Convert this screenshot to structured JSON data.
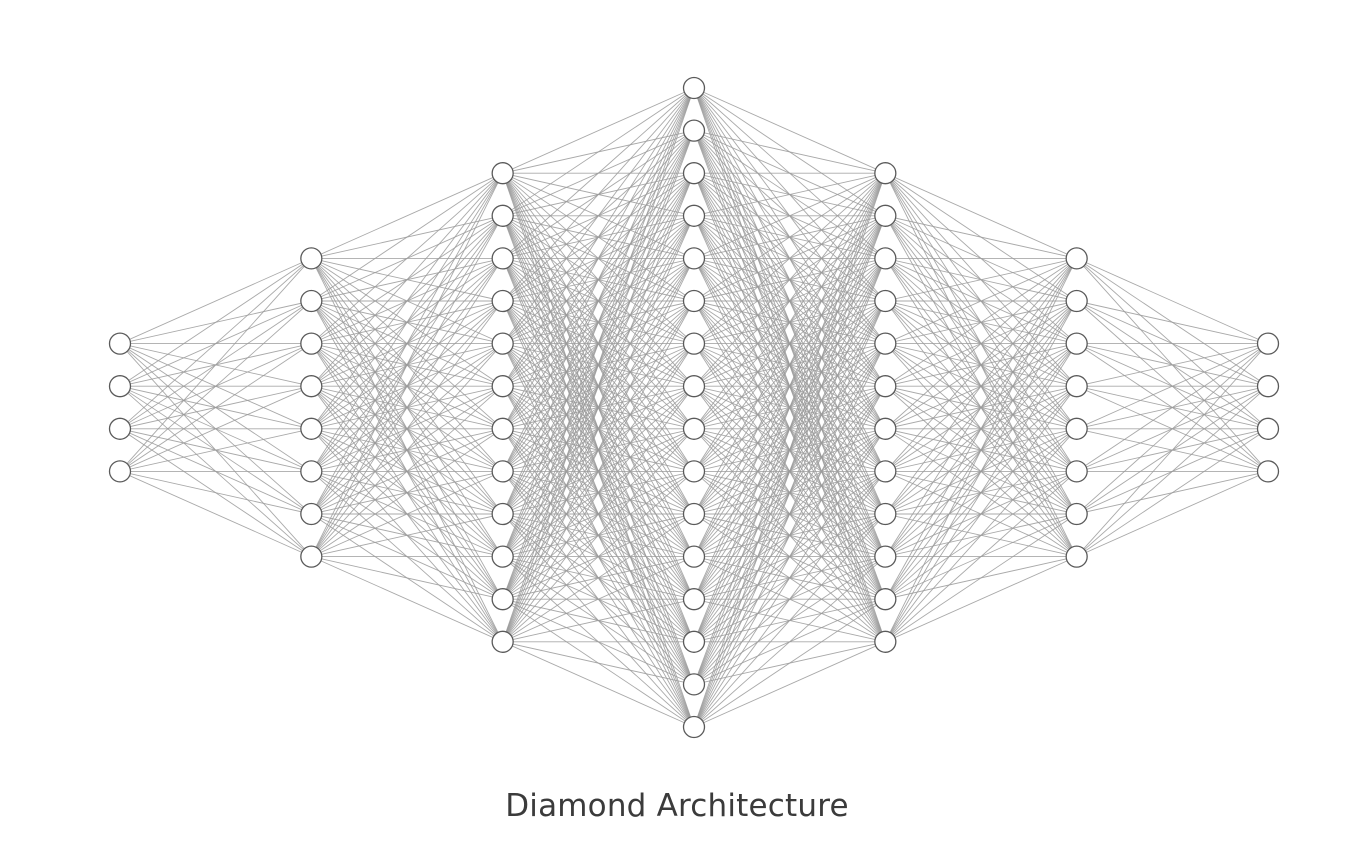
{
  "diagram": {
    "caption": "Diamond Architecture",
    "layer_sizes": [
      4,
      8,
      12,
      16,
      12,
      8,
      4
    ],
    "colors": {
      "background": "#ffffff",
      "edge": "#9a9a9a",
      "node_stroke": "#5a5a5a",
      "node_fill": "#ffffff",
      "caption": "#3b3b3b"
    }
  }
}
